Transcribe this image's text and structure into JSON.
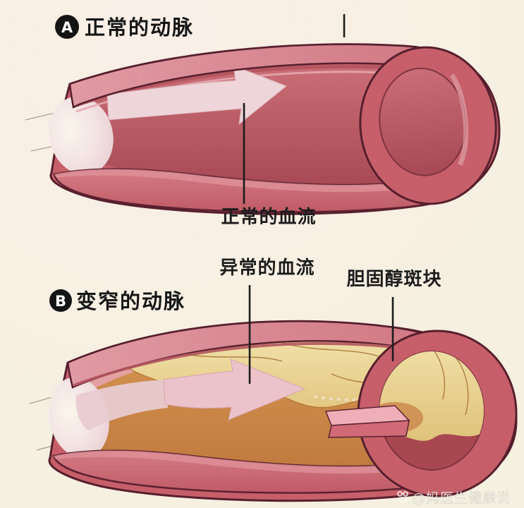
{
  "figure": {
    "background": "#f6f0e1",
    "sections": [
      {
        "badge": "A",
        "title": "正常的动脉",
        "flow_label": "正常的血流"
      },
      {
        "badge": "B",
        "title": "变窄的动脉",
        "flow_label": "异常的血流",
        "plaque_label": "胆固醇斑块"
      }
    ],
    "watermark": {
      "text": "@妈医生健康说"
    },
    "palette": {
      "outline": "#571f2d",
      "artery_wall_pink": "#d9838d",
      "lumen_red": "#b5525d",
      "bottom_wall_pink": "#d0717c",
      "cap_red": "#c65f6a",
      "blood_flow_arrow_a": "#eed5d9",
      "blood_flow_arrow_b": "#ecc3cb",
      "plaque_yellow": "#eedc9b",
      "plaque_crack_brown": "#9a6224",
      "narrowed_lumen_orange": "#cd8a50",
      "label_text": "#1c1c1c"
    }
  }
}
